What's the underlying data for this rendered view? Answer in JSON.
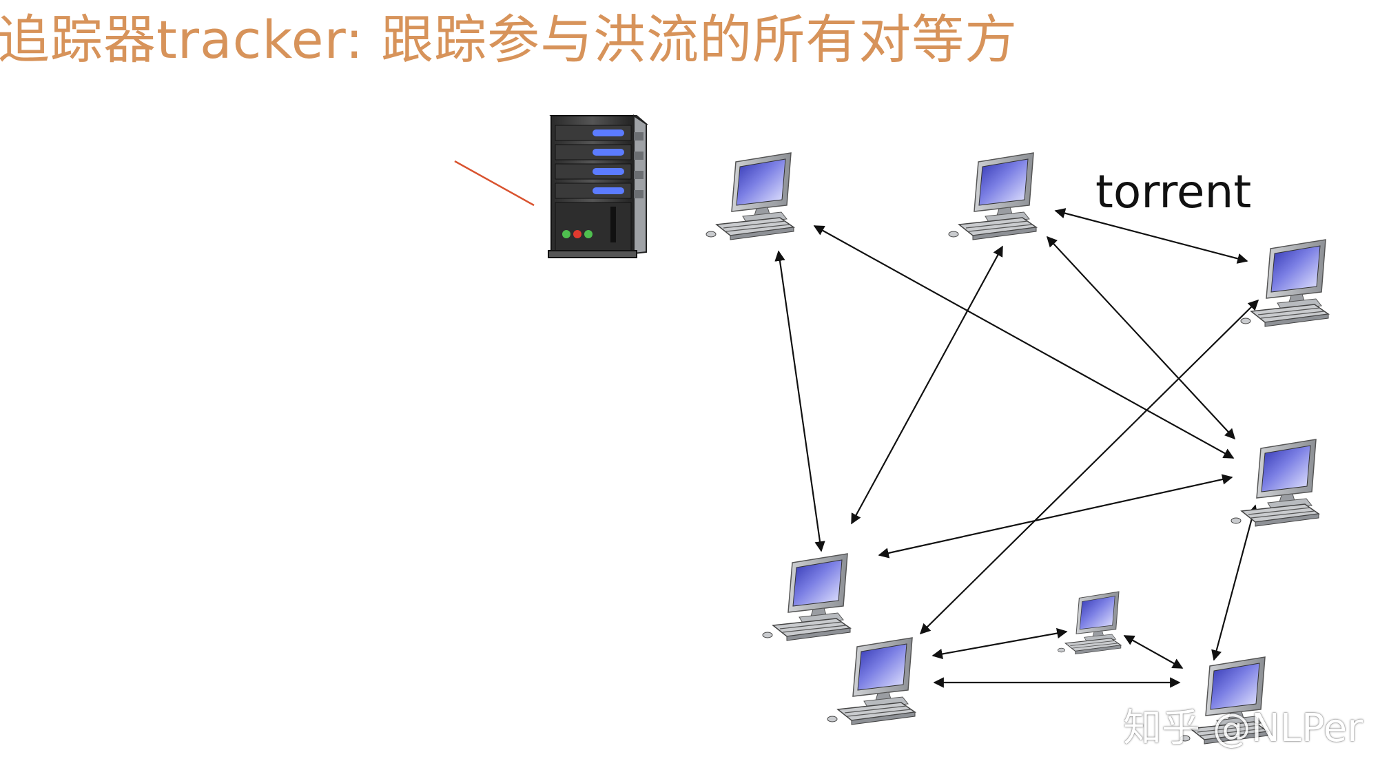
{
  "title": "追踪器tracker: 跟踪参与洪流的所有对等方",
  "torrent_label": "torrent",
  "watermark": "知乎 @NLPer",
  "colors": {
    "title": "#d7935a",
    "tracker_link": "#d9532f",
    "arrow": "#111111",
    "screen": "#5f63d6"
  },
  "icons": {
    "tracker": "server-icon",
    "peer": "computer-icon"
  }
}
